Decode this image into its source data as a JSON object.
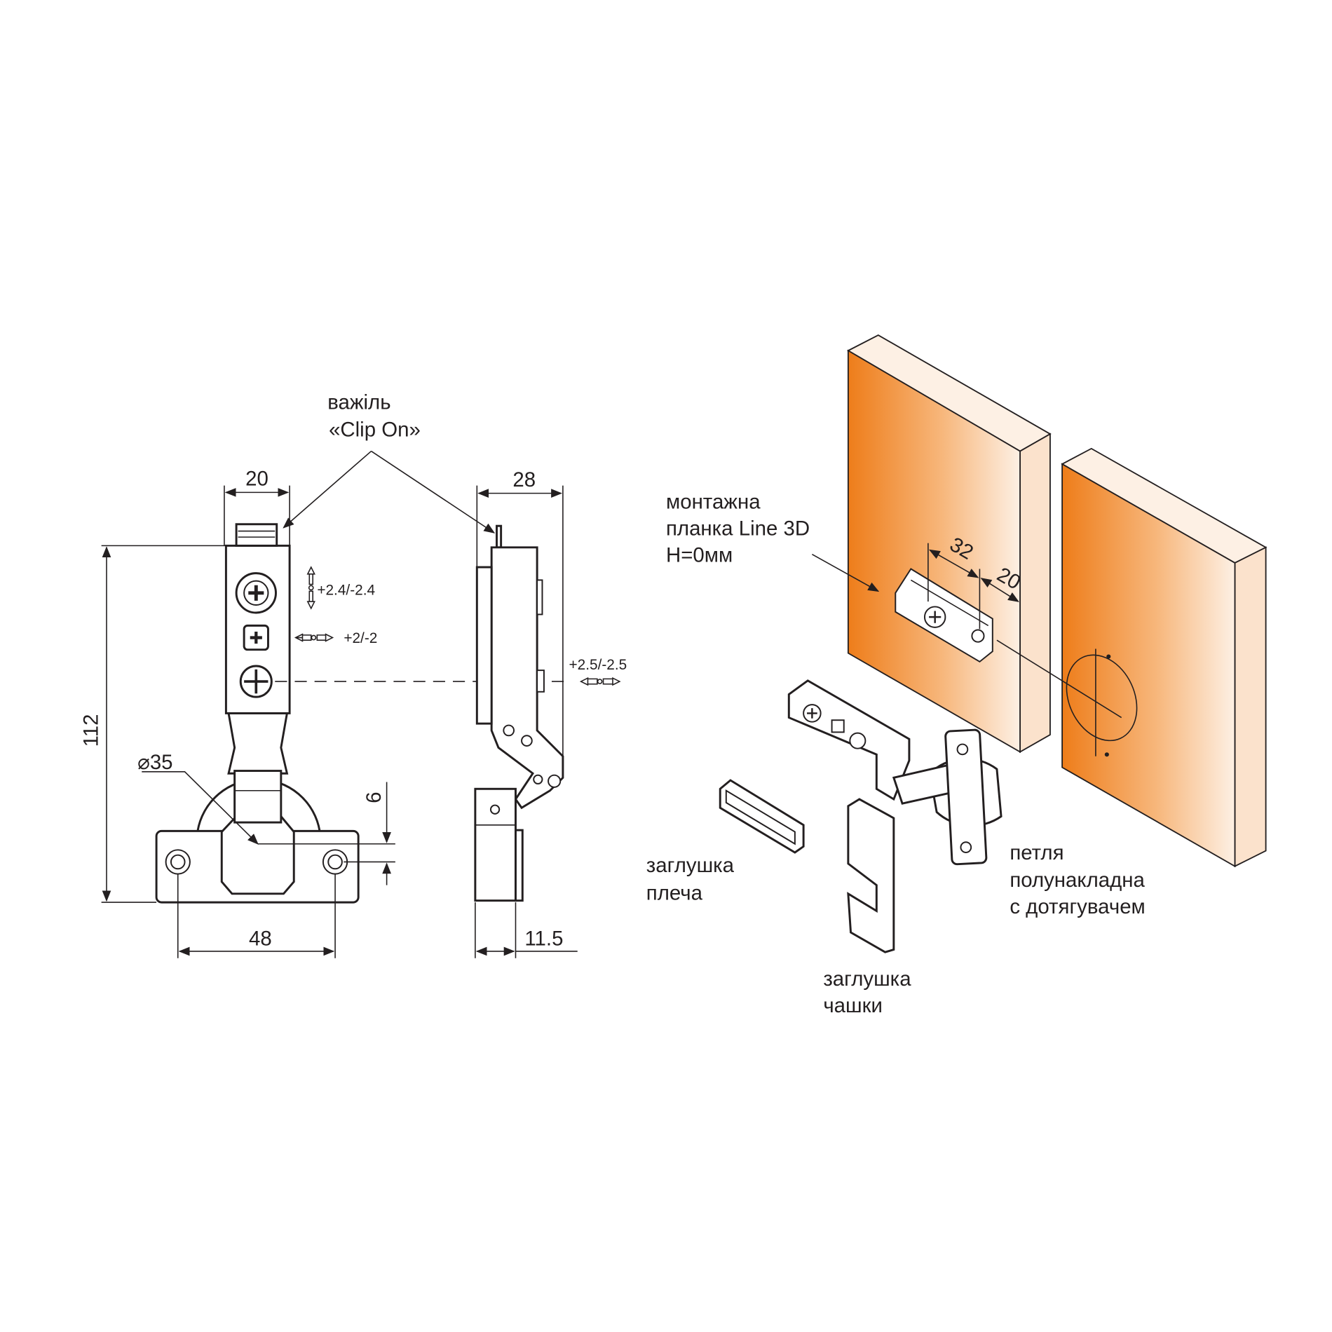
{
  "colors": {
    "wood_dark": "#ee7d1a",
    "wood_light": "#fdf0e4",
    "line": "#231f20"
  },
  "front_view": {
    "lever_label_line1": "важіль",
    "lever_label_line2": "«Clip On»",
    "dim_width": "20",
    "dim_height": "112",
    "dim_cup_diameter": "⌀35",
    "dim_offset": "6",
    "dim_hole_spacing": "48",
    "adj_height": "+2.4/-2.4",
    "adj_side": "+2/-2"
  },
  "side_view": {
    "dim_depth": "28",
    "dim_cup_depth": "11.5",
    "adj_depth": "+2.5/-2.5"
  },
  "assembly": {
    "plate_label_line1": "монтажна",
    "plate_label_line2": "планка Line 3D",
    "plate_label_line3": "H=0мм",
    "dim_spacing": "32",
    "dim_edge": "20",
    "shoulder_cap_line1": "заглушка",
    "shoulder_cap_line2": "плеча",
    "cup_cap_line1": "заглушка",
    "cup_cap_line2": "чашки",
    "hinge_line1": "петля",
    "hinge_line2": "полунакладна",
    "hinge_line3": "с дотягувачем"
  }
}
